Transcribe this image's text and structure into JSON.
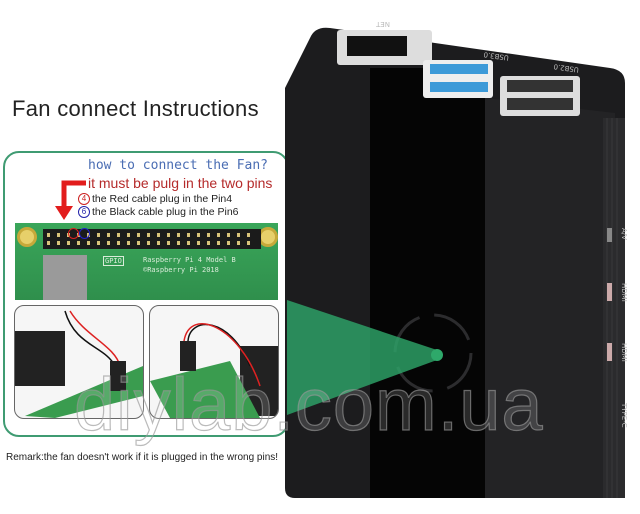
{
  "title": "Fan connect Instructions",
  "instructions": {
    "line1": "how to connect the Fan?",
    "line2": "it must be pulg in the two pins",
    "pin_red_num": "4",
    "pin_red_text": "the Red cable plug in the Pin4",
    "pin_black_num": "6",
    "pin_black_text": "the Black cable plug in the Pin6"
  },
  "board": {
    "gpio": "GPIO",
    "model": "Raspberry Pi 4 Model B",
    "copyright": "©Raspberry Pi 2018"
  },
  "case_labels": {
    "net": "NET",
    "usb3": "USB3.0",
    "usb2": "USB2.0",
    "av": "A/V",
    "hdmi1": "HDMI",
    "hdmi2": "HDMI",
    "power": "TYPE-C"
  },
  "remark": "Remark:the fan doesn't work if it is plugged in the wrong pins!",
  "watermark": "diylab.com.ua",
  "colors": {
    "panel_border": "#3f9b72",
    "blue_text": "#4a6db3",
    "red_text": "#b52b2b",
    "beam": "#2ea86a"
  }
}
